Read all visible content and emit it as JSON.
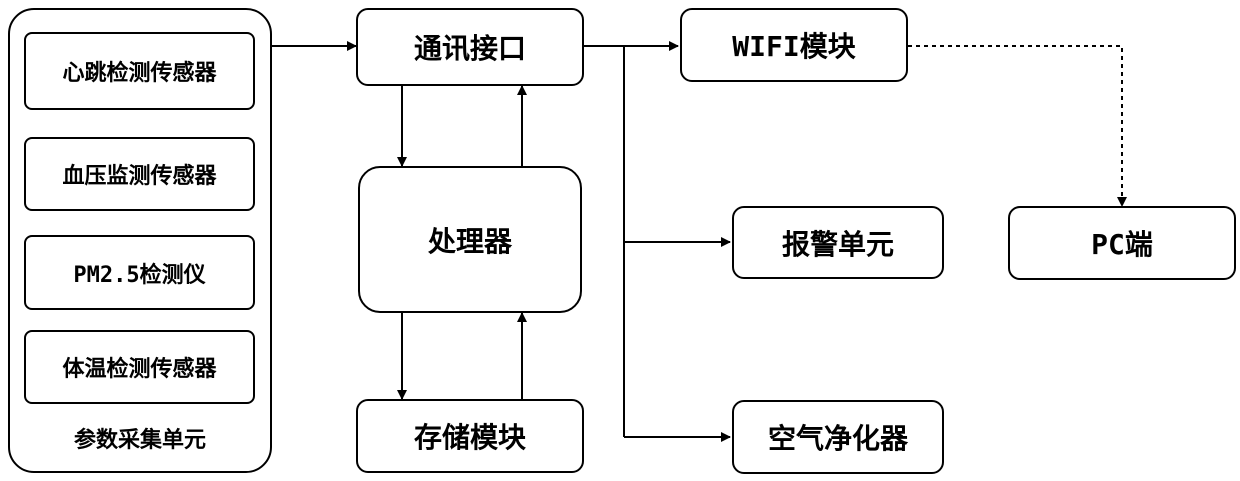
{
  "parameter_unit": {
    "title": "参数采集单元",
    "sensors": [
      "心跳检测传感器",
      "血压监测传感器",
      "PM2.5检测仪",
      "体温检测传感器"
    ]
  },
  "comm_interface": "通讯接口",
  "processor": "处理器",
  "storage": "存储模块",
  "wifi": "WIFI模块",
  "pc": "PC端",
  "alarm": "报警单元",
  "air_purifier": "空气净化器"
}
